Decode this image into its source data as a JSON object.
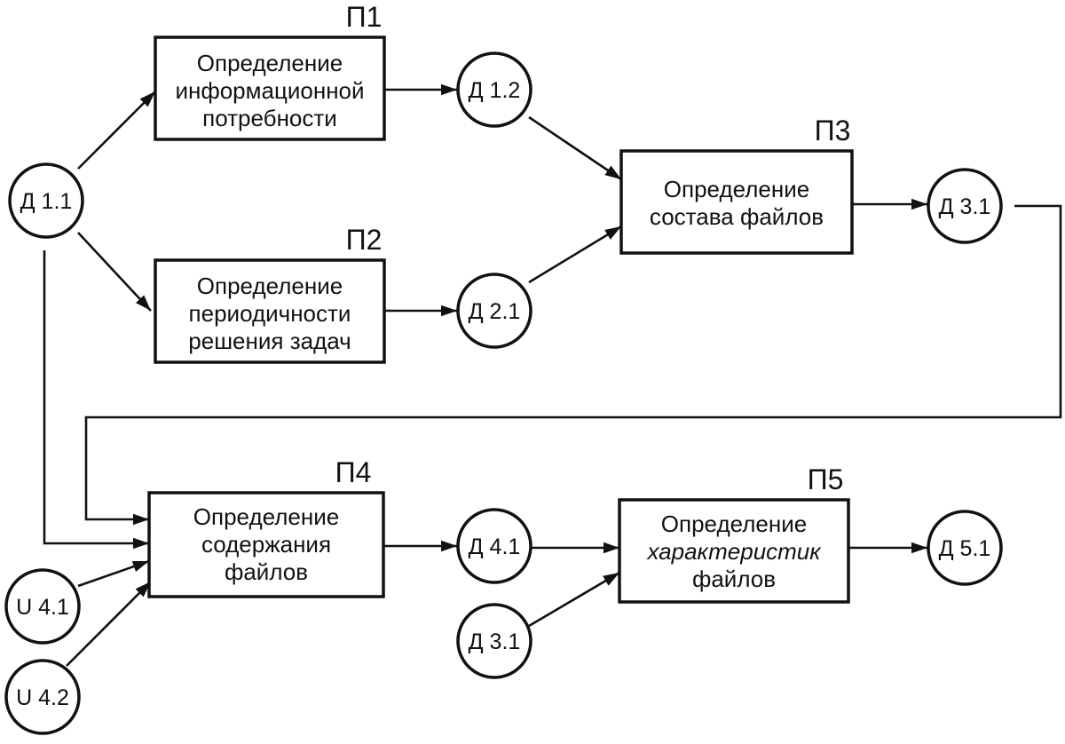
{
  "processes": [
    {
      "id": "П1",
      "lines": [
        "Определение",
        "информационной",
        "потребности"
      ]
    },
    {
      "id": "П2",
      "lines": [
        "Определение",
        "периодичности",
        "решения задач"
      ]
    },
    {
      "id": "П3",
      "lines": [
        "Определение",
        "состава файлов"
      ]
    },
    {
      "id": "П4",
      "lines": [
        "Определение",
        "содержания",
        "файлов"
      ]
    },
    {
      "id": "П5",
      "lines": [
        "Определение",
        "характеристик",
        "файлов"
      ]
    }
  ],
  "nodes": [
    {
      "key": "d11",
      "label": "Д 1.1"
    },
    {
      "key": "d12",
      "label": "Д 1.2"
    },
    {
      "key": "d21",
      "label": "Д 2.1"
    },
    {
      "key": "d31",
      "label": "Д 3.1"
    },
    {
      "key": "u41",
      "label": "U 4.1"
    },
    {
      "key": "u42",
      "label": "U 4.2"
    },
    {
      "key": "d41",
      "label": "Д 4.1"
    },
    {
      "key": "d31b",
      "label": "Д 3.1"
    },
    {
      "key": "d51",
      "label": "Д 5.1"
    }
  ],
  "edges": [
    {
      "from": "d11",
      "to": "П1"
    },
    {
      "from": "d11",
      "to": "П2"
    },
    {
      "from": "П1",
      "to": "d12"
    },
    {
      "from": "П2",
      "to": "d21"
    },
    {
      "from": "d12",
      "to": "П3"
    },
    {
      "from": "d21",
      "to": "П3"
    },
    {
      "from": "П3",
      "to": "d31"
    },
    {
      "from": "d31",
      "to": "П4"
    },
    {
      "from": "d11",
      "to": "П4"
    },
    {
      "from": "u41",
      "to": "П4"
    },
    {
      "from": "u42",
      "to": "П4"
    },
    {
      "from": "П4",
      "to": "d41"
    },
    {
      "from": "d41",
      "to": "П5"
    },
    {
      "from": "d31b",
      "to": "П5"
    },
    {
      "from": "П5",
      "to": "d51"
    }
  ]
}
